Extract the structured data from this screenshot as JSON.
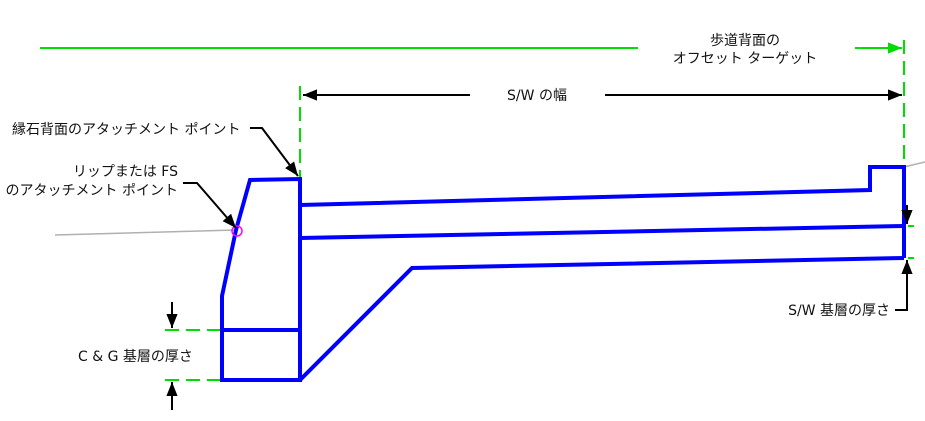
{
  "labels": {
    "offset_target_line1": "歩道背面の",
    "offset_target_line2": "オフセット ターゲット",
    "sw_width": "S/W の幅",
    "curb_back_attach": "縁石背面のアタッチメント ポイント",
    "lip_attach_line1": "リップまたは FS",
    "lip_attach_line2": "のアタッチメント ポイント",
    "cg_base_thickness": "C & G 基層の厚さ",
    "sw_base_thickness": "S/W 基層の厚さ"
  },
  "colors": {
    "structure": "#0000ff",
    "guide": "#00dd00",
    "dimension": "#000000",
    "ground": "#b0b0b0",
    "marker": "#ff00ff"
  }
}
